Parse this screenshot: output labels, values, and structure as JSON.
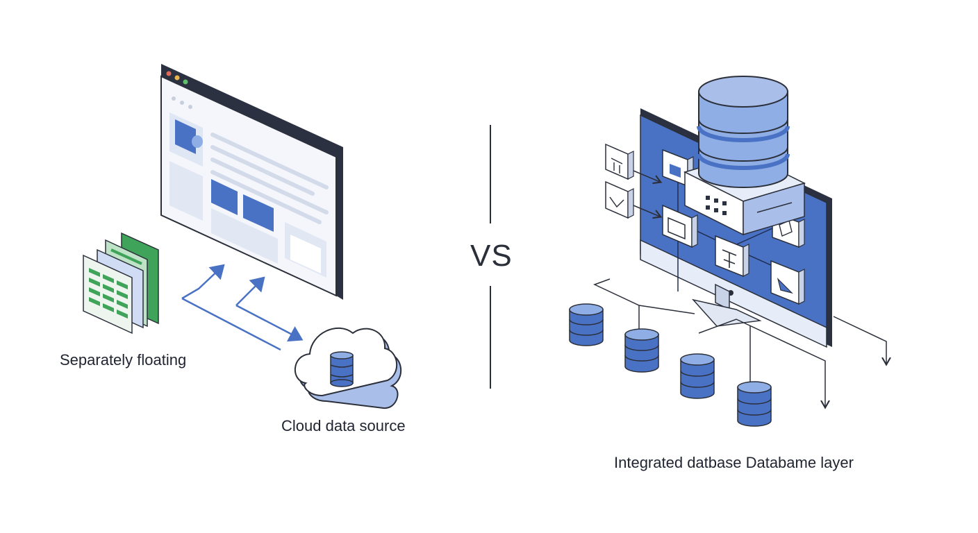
{
  "labels": {
    "left_spreadsheets": "Separately floating",
    "left_cloud": "Cloud data source",
    "vs": "VS",
    "right_caption": "Integrated datbase Databame layer"
  },
  "colors": {
    "stroke": "#2b2f3a",
    "blue": "#4a72c4",
    "blue_light": "#a9bfe9",
    "blue_pale": "#e6ecf8",
    "green": "#3fa35a",
    "green_light": "#bfe3c6",
    "window_bar": "#2b3140"
  }
}
